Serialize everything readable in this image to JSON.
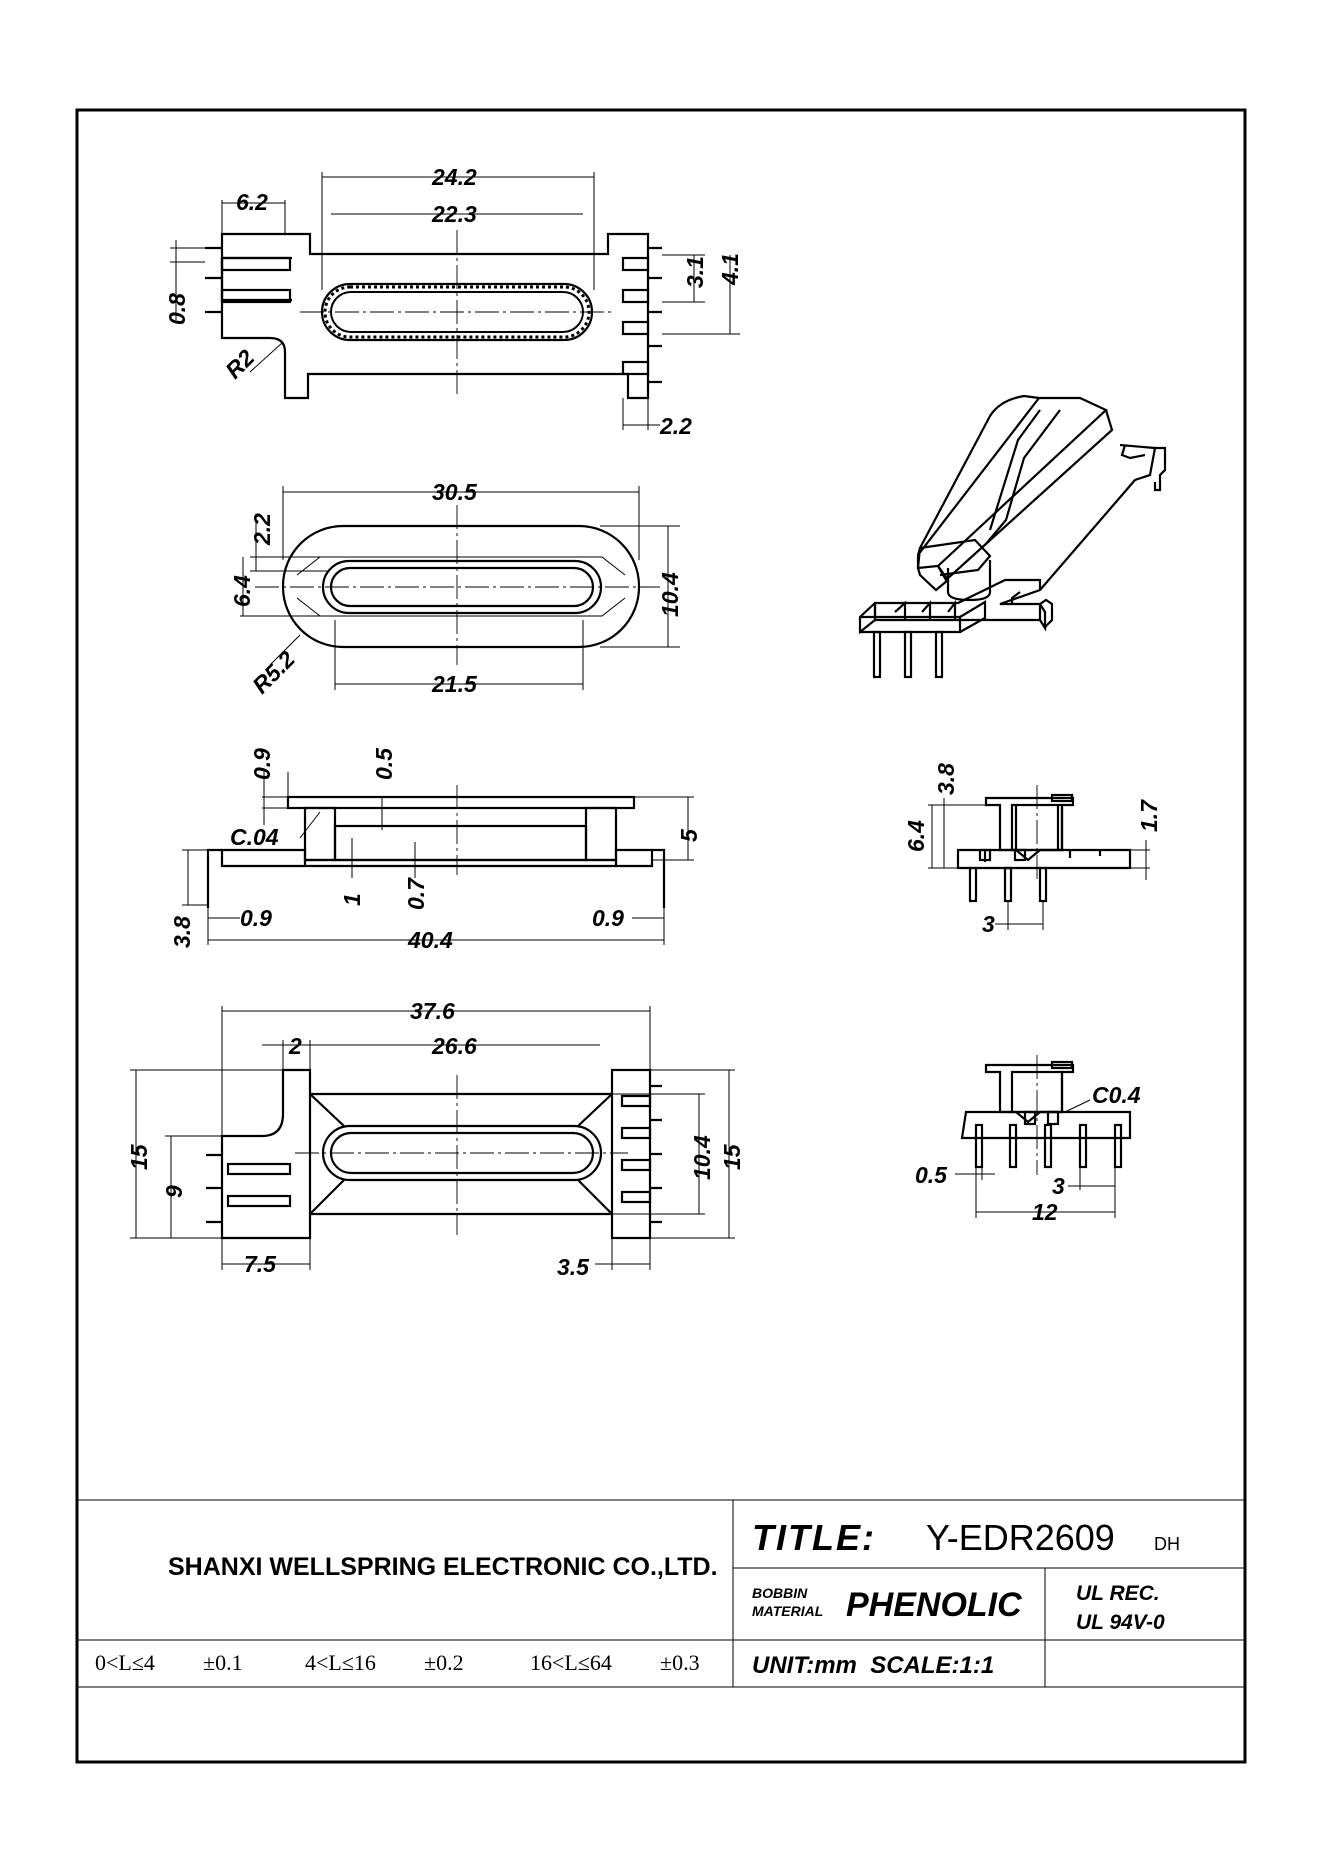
{
  "title_block": {
    "company": "SHANXI WELLSPRING ELECTRONIC CO.,LTD.",
    "title_label": "TITLE:",
    "part_number": "Y-EDR2609",
    "drafter": "DH",
    "bobbin_label": "BOBBIN",
    "material_label": "MATERIAL",
    "material": "PHENOLIC",
    "ul_rec": "UL REC.",
    "ul_grade": "UL 94V-0",
    "unit_scale": "UNIT:mm  SCALE:1:1",
    "tolerances": [
      {
        "range": "0<L≤4",
        "tol": "±0.1"
      },
      {
        "range": "4<L≤16",
        "tol": "±0.2"
      },
      {
        "range": "16<L≤64",
        "tol": "±0.3"
      }
    ]
  },
  "views": {
    "top": {
      "d_24_2": "24.2",
      "d_22_3": "22.3",
      "d_6_2": "6.2",
      "d_0_8": "0.8",
      "d_r2": "R2",
      "d_3_1": "3.1",
      "d_4_1": "4.1",
      "d_2_2": "2.2"
    },
    "flange": {
      "d_30_5": "30.5",
      "d_2_2": "2.2",
      "d_6_4": "6.4",
      "d_10_4": "10.4",
      "d_r5_2": "R5.2",
      "d_21_5": "21.5"
    },
    "front": {
      "d_0_9a": "0.9",
      "d_0_5": "0.5",
      "d_c04": "C.04",
      "d_5": "5",
      "d_1": "1",
      "d_0_7": "0.7",
      "d_3_8": "3.8",
      "d_0_9b": "0.9",
      "d_0_9c": "0.9",
      "d_40_4": "40.4"
    },
    "bottom": {
      "d_37_6": "37.6",
      "d_2": "2",
      "d_26_6": "26.6",
      "d_15a": "15",
      "d_9": "9",
      "d_10_4": "10.4",
      "d_15b": "15",
      "d_7_5": "7.5",
      "d_3_5": "3.5"
    },
    "side": {
      "d_3_8": "3.8",
      "d_6_4": "6.4",
      "d_1_7": "1.7",
      "d_3": "3"
    },
    "end": {
      "d_c0_4": "C0.4",
      "d_0_5": "0.5",
      "d_3": "3",
      "d_12": "12"
    }
  }
}
